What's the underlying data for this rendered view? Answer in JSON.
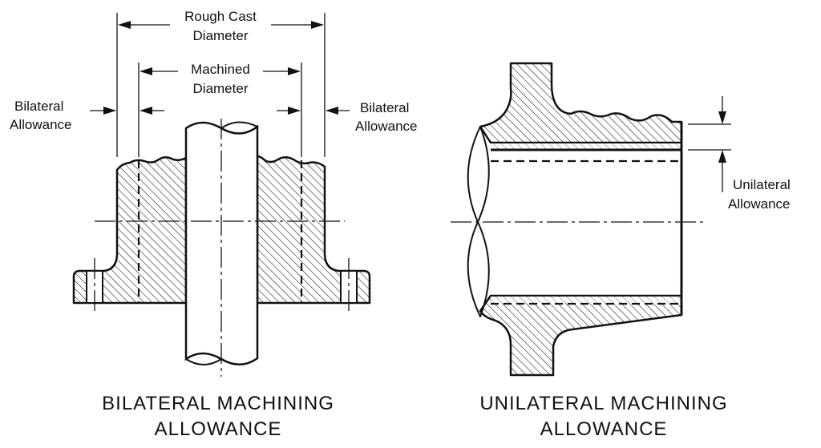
{
  "left_figure": {
    "rough_cast_label": [
      "Rough Cast",
      "Diameter"
    ],
    "machined_label": [
      "Machined",
      "Diameter"
    ],
    "left_allowance_label": [
      "Bilateral",
      "Allowance"
    ],
    "right_allowance_label": [
      "Bilateral",
      "Allowance"
    ],
    "caption": [
      "BILATERAL  MACHINING",
      "ALLOWANCE"
    ]
  },
  "right_figure": {
    "allowance_label": [
      "Unilateral",
      "Allowance"
    ],
    "caption": [
      "UNILATERAL  MACHINING",
      "ALLOWANCE"
    ]
  },
  "colors": {
    "ink": "#111111",
    "background": "#ffffff"
  }
}
